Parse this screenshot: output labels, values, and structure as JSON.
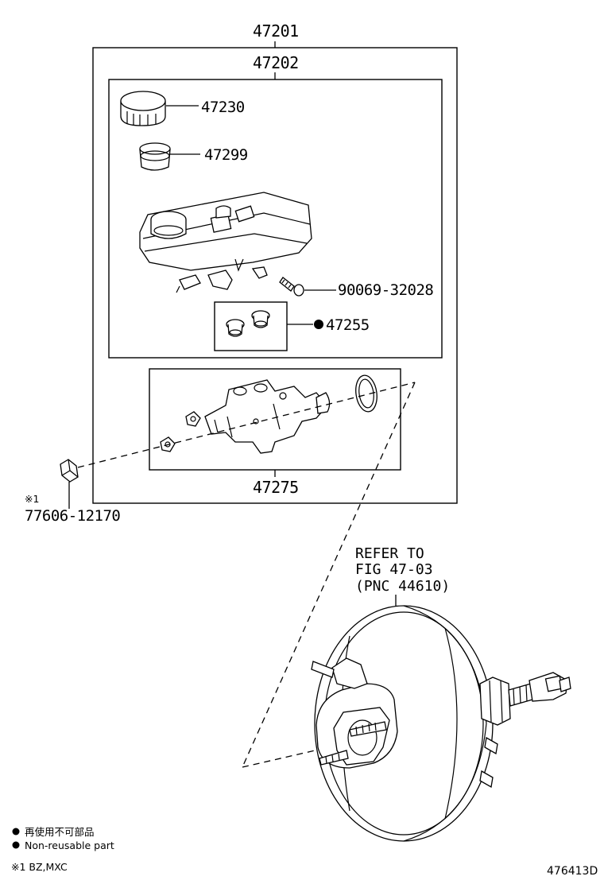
{
  "parts": {
    "assembly": "47201",
    "sub_assembly": "47202",
    "reservoir_cap": "47230",
    "strainer": "47299",
    "screw": "90069-32028",
    "grommet": "47255",
    "master_cylinder_body": "47275",
    "nut": "77606-12170",
    "nut_note_mark": "※1"
  },
  "reference": {
    "line1": "REFER TO",
    "line2": "FIG 47-03",
    "line3": "(PNC 44610)"
  },
  "legend": {
    "non_reusable_jp": "再使用不可部品",
    "non_reusable_en": "Non-reusable part",
    "footnote": "※1 BZ,MXC"
  },
  "figure_id": "476413D"
}
